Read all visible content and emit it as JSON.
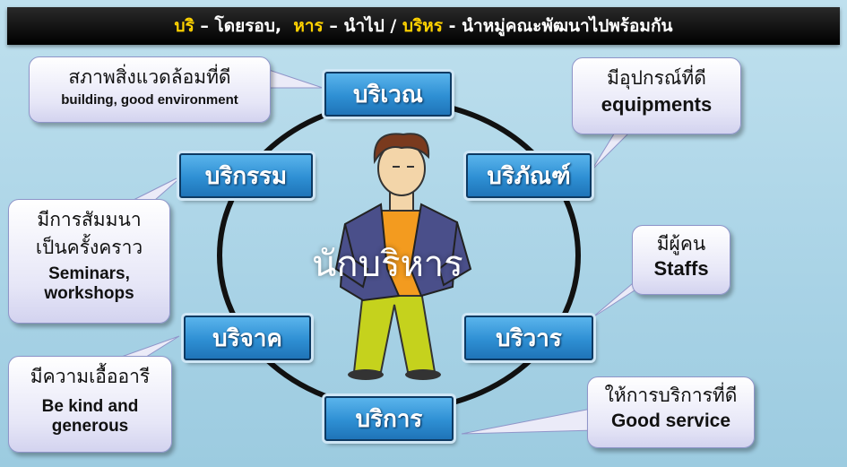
{
  "banner": {
    "part1": "บริ",
    "dash1": " – ",
    "part2": "โดยรอบ,",
    "part3": "หาร",
    "dash2": " – ",
    "part4": "นำไป / ",
    "part5": "บริหร",
    "part6": " - นำหมู่คณะพัฒนาไปพร้อมกัน"
  },
  "center_label": "นักบริหาร",
  "nodes": {
    "top": "บริเวณ",
    "top_right": "บริภัณฑ์",
    "right": "บริวาร",
    "bottom": "บริการ",
    "left_bottom": "บริจาค",
    "left_top": "บริกรรม"
  },
  "callouts": {
    "environment": {
      "th": "สภาพสิ่งแวดล้อมที่ดี",
      "en": "building, good environment"
    },
    "equipments": {
      "th": "มีอุปกรณ์ที่ดี",
      "en": "equipments"
    },
    "staffs": {
      "th": "มีผู้คน",
      "en": "Staffs"
    },
    "service": {
      "th": "ให้การบริการที่ดี",
      "en": "Good service"
    },
    "seminars": {
      "th1": "มีการสัมมนา",
      "th2": "เป็นครั้งคราว",
      "en1": "Seminars,",
      "en2": "workshops"
    },
    "kind": {
      "th": "มีความเอื้ออารี",
      "en1": "Be kind and",
      "en2": "generous"
    }
  },
  "colors": {
    "node_blue": "#2e8fd3",
    "banner_highlight": "#ffd200",
    "ring": "#111111"
  }
}
